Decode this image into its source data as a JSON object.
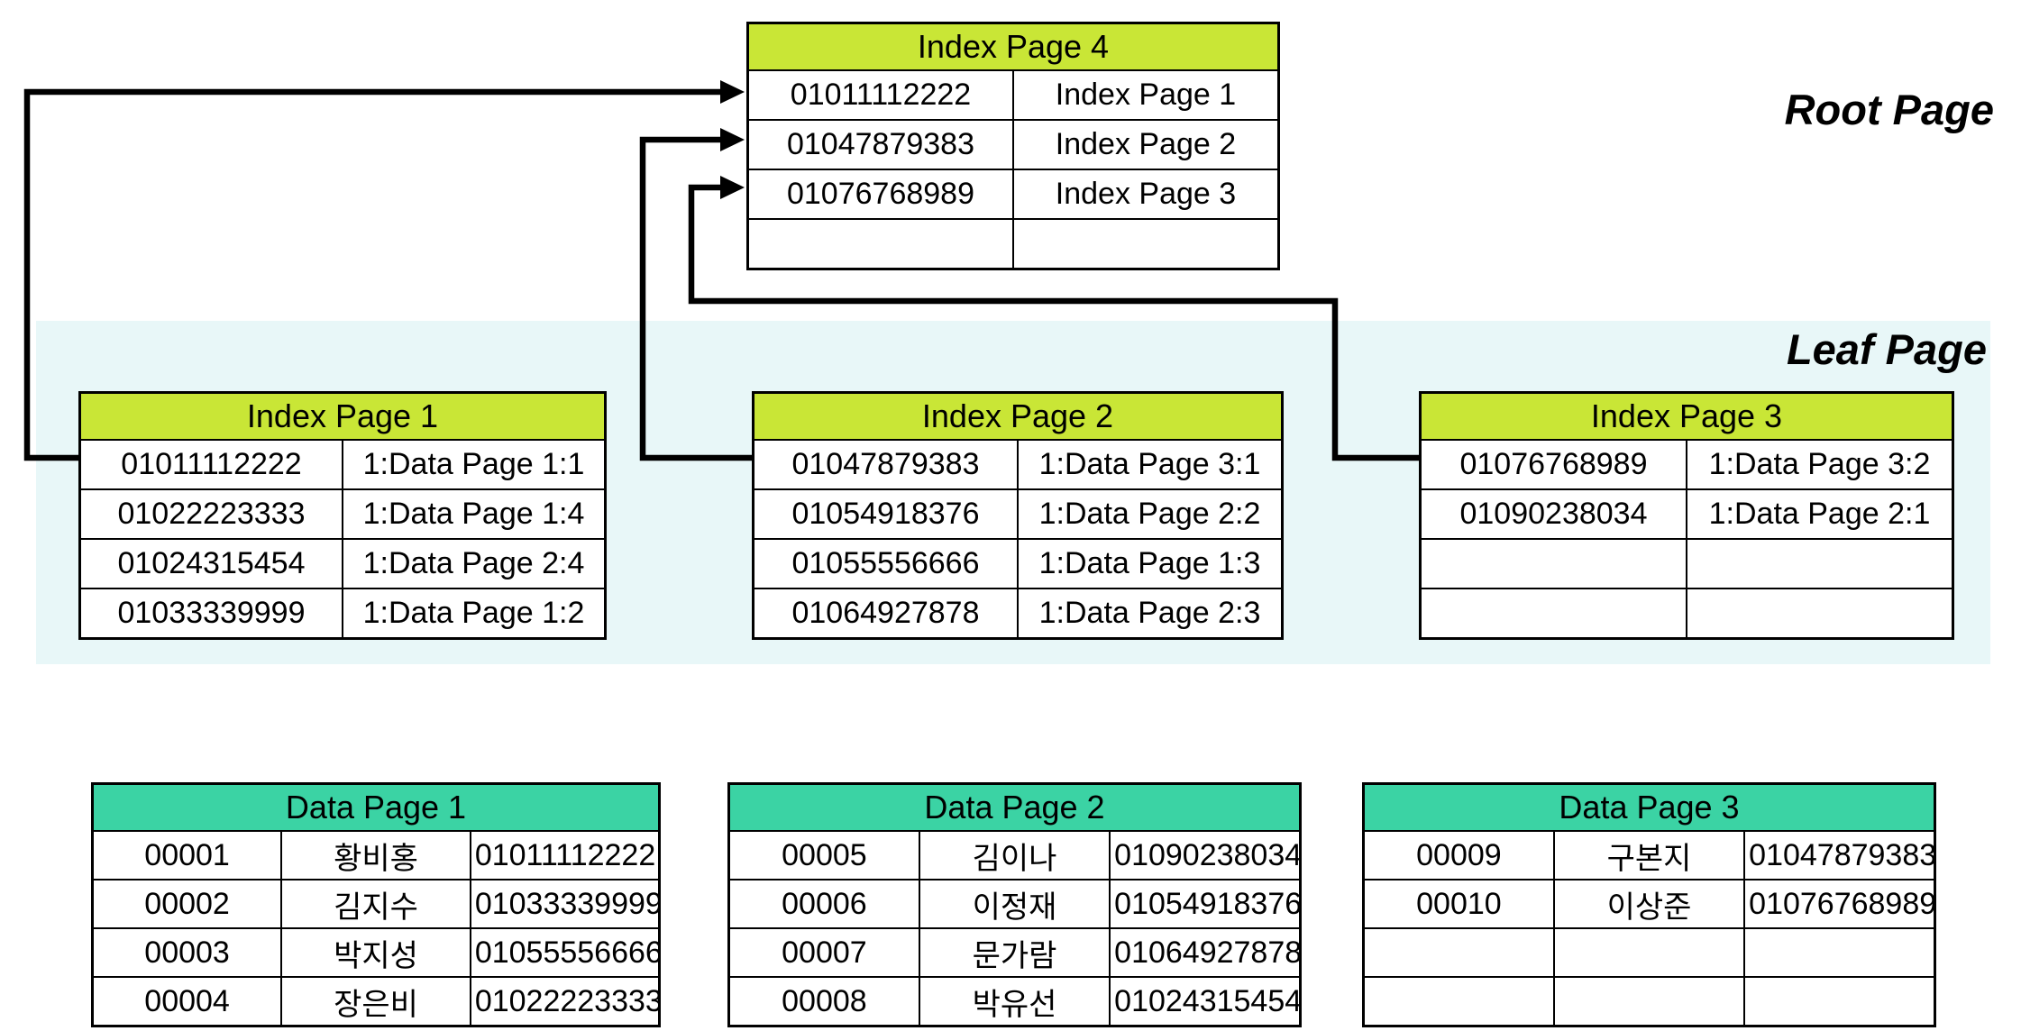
{
  "labels": {
    "root_page": "Root Page",
    "leaf_page": "Leaf Page"
  },
  "colors": {
    "index_header": "#c9e636",
    "data_header": "#3bd3a4",
    "leaf_band": "#e8f7f8",
    "arrow": "#000000"
  },
  "root_table": {
    "title": "Index Page 4",
    "rows": [
      {
        "key": "01011112222",
        "ref": "Index Page 1"
      },
      {
        "key": "01047879383",
        "ref": "Index Page 2"
      },
      {
        "key": "01076768989",
        "ref": "Index Page 3"
      },
      {
        "key": "",
        "ref": ""
      }
    ]
  },
  "leaf_tables": [
    {
      "title": "Index Page 1",
      "rows": [
        {
          "key": "01011112222",
          "ref": "1:Data Page 1:1"
        },
        {
          "key": "01022223333",
          "ref": "1:Data Page 1:4"
        },
        {
          "key": "01024315454",
          "ref": "1:Data Page 2:4"
        },
        {
          "key": "01033339999",
          "ref": "1:Data Page 1:2"
        }
      ]
    },
    {
      "title": "Index Page 2",
      "rows": [
        {
          "key": "01047879383",
          "ref": "1:Data Page 3:1"
        },
        {
          "key": "01054918376",
          "ref": "1:Data Page 2:2"
        },
        {
          "key": "01055556666",
          "ref": "1:Data Page 1:3"
        },
        {
          "key": "01064927878",
          "ref": "1:Data Page 2:3"
        }
      ]
    },
    {
      "title": "Index Page 3",
      "rows": [
        {
          "key": "01076768989",
          "ref": "1:Data Page 3:2"
        },
        {
          "key": "01090238034",
          "ref": "1:Data Page 2:1"
        },
        {
          "key": "",
          "ref": ""
        },
        {
          "key": "",
          "ref": ""
        }
      ]
    }
  ],
  "data_tables": [
    {
      "title": "Data Page 1",
      "rows": [
        {
          "id": "00001",
          "name": "황비홍",
          "phone": "01011112222"
        },
        {
          "id": "00002",
          "name": "김지수",
          "phone": "01033339999"
        },
        {
          "id": "00003",
          "name": "박지성",
          "phone": "01055556666"
        },
        {
          "id": "00004",
          "name": "장은비",
          "phone": "01022223333"
        }
      ]
    },
    {
      "title": "Data Page 2",
      "rows": [
        {
          "id": "00005",
          "name": "김이나",
          "phone": "01090238034"
        },
        {
          "id": "00006",
          "name": "이정재",
          "phone": "01054918376"
        },
        {
          "id": "00007",
          "name": "문가람",
          "phone": "01064927878"
        },
        {
          "id": "00008",
          "name": "박유선",
          "phone": "01024315454"
        }
      ]
    },
    {
      "title": "Data Page 3",
      "rows": [
        {
          "id": "00009",
          "name": "구본지",
          "phone": "01047879383"
        },
        {
          "id": "00010",
          "name": "이상준",
          "phone": "01076768989"
        },
        {
          "id": "",
          "name": "",
          "phone": ""
        },
        {
          "id": "",
          "name": "",
          "phone": ""
        }
      ]
    }
  ]
}
